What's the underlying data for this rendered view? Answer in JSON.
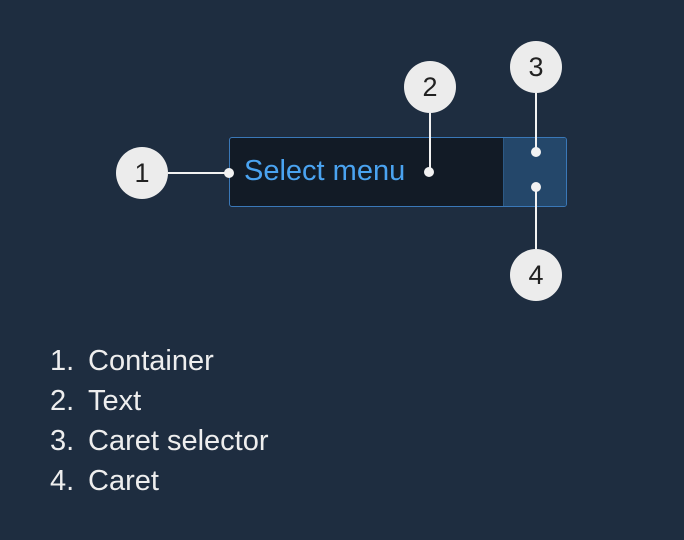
{
  "select_menu": {
    "text": "Select menu"
  },
  "callouts": [
    "1",
    "2",
    "3",
    "4"
  ],
  "legend": [
    {
      "number": "1.",
      "label": "Container"
    },
    {
      "number": "2.",
      "label": "Text"
    },
    {
      "number": "3.",
      "label": "Caret selector"
    },
    {
      "number": "4.",
      "label": "Caret"
    }
  ],
  "colors": {
    "background": "#1e2d40",
    "container_fill": "#121b26",
    "container_border": "#3a78b8",
    "accent_text": "#4aa3f0",
    "caret_selector_fill": "#24476a",
    "caret": "#45a4f5",
    "callout_badge": "#ececec",
    "leader_line": "#f2f2f2",
    "legend_text": "#eeeeee"
  },
  "icons": {
    "caret": "caret-down-icon"
  }
}
